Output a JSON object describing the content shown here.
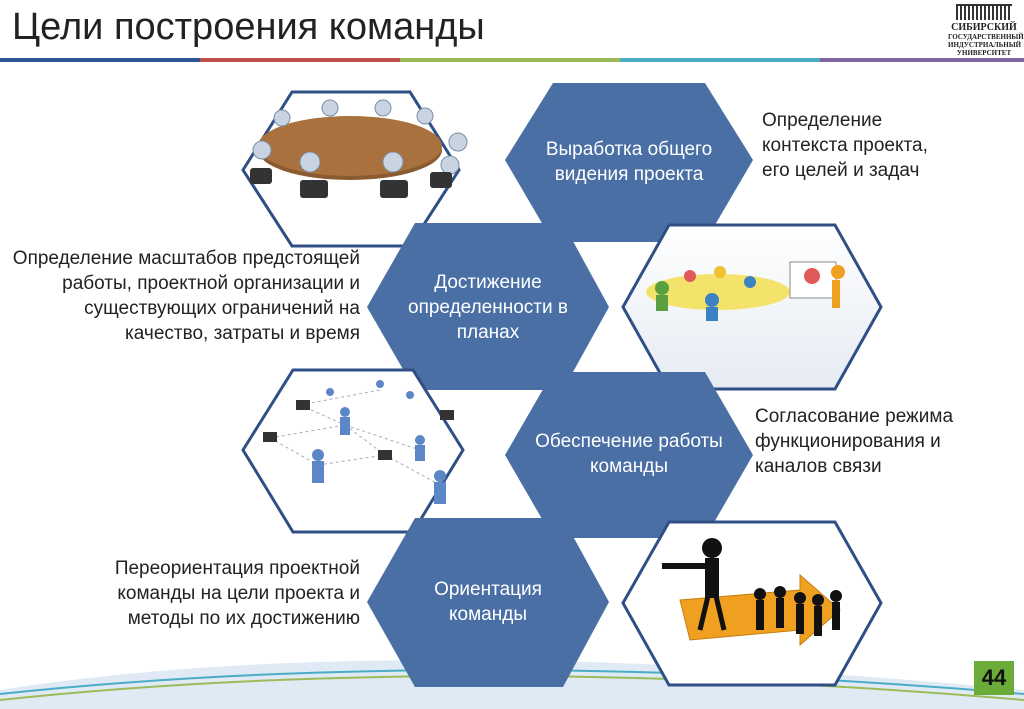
{
  "slide": {
    "title": "Цели построения команды",
    "page_number": "44"
  },
  "logo": {
    "lines": [
      "СИБИРСКИЙ",
      "ГОСУДАРСТВЕННЫЙ",
      "ИНДУСТРИАЛЬНЫЙ",
      "УНИВЕРСИТЕТ"
    ]
  },
  "hexagons": [
    {
      "label": "Выработка общего видения проекта",
      "description": "Определение контекста проекта, его целей и задач"
    },
    {
      "label": "Достижение определенности в планах",
      "description": "Определение масштабов предстоящей работы, проектной организации и существующих ограничений на качество, затраты и время"
    },
    {
      "label": "Обеспечение работы команды",
      "description": "Согласование режима функционирования и каналов связи"
    },
    {
      "label": "Ориентация команды",
      "description": "Переориентация проектной команды на цели проекта и методы по их достижению"
    }
  ],
  "colors": {
    "hex_fill": "#4a6fa5",
    "image_hex_border": "#2f4f86",
    "rule": [
      "#2f5597",
      "#c0504d",
      "#9bbb59",
      "#4bacc6",
      "#8064a2"
    ],
    "page_badge": "#6aab3a"
  },
  "images": [
    "meeting-table-illustration",
    "presentation-illustration",
    "network-illustration",
    "leader-arrow-illustration"
  ]
}
